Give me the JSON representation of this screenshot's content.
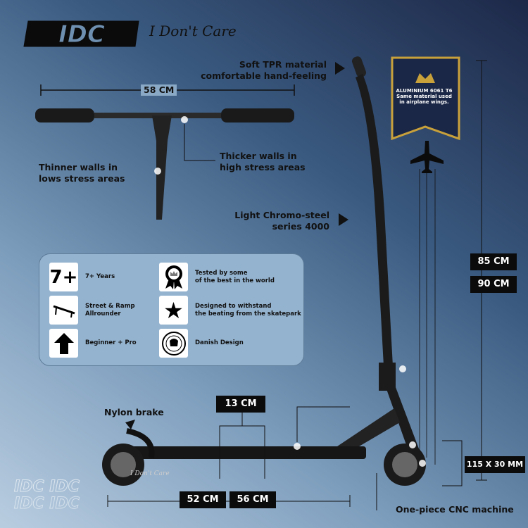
{
  "brand": {
    "logo": "IDC",
    "tagline": "I Don't Care"
  },
  "callouts": {
    "grip": "Soft TPR material\ncomfortable hand-feeling",
    "thick": "Thicker walls in\nhigh stress areas",
    "thin": "Thinner walls in\nlows stress areas",
    "steel": "Light Chromo-steel\nseries 4000",
    "brake": "Nylon brake",
    "cnc": "One-piece CNC machine"
  },
  "badge": {
    "title": "ALUMINIUM 6061 T6",
    "text": "Same material used\nin airplane wings."
  },
  "dimensions": {
    "bar_width": "58 CM",
    "height_min": "85 CM",
    "height_max": "90 CM",
    "deck_width": "13 CM",
    "deck_length": "52 CM",
    "total_length": "56 CM",
    "wheel": "115 X 30 MM"
  },
  "features": [
    {
      "icon": "seven-plus-icon",
      "glyph": "7+",
      "text": "7+ Years"
    },
    {
      "icon": "rail-icon",
      "glyph": "",
      "text": "Street & Ramp\nAllrounder"
    },
    {
      "icon": "arrow-up-icon",
      "glyph": "",
      "text": "Beginner + Pro"
    },
    {
      "icon": "award-ribbon-icon",
      "glyph": "",
      "text": "Tested by some\nof the best in the world"
    },
    {
      "icon": "star-icon",
      "glyph": "★",
      "text": "Designed to withstand\nthe beating from the skatepark"
    },
    {
      "icon": "danish-design-seal-icon",
      "glyph": "",
      "text": "Danish Design"
    }
  ],
  "watermark": "IDC IDC",
  "deck_print": "I Don't Care",
  "colors": {
    "gold": "#c9a13b",
    "navy": "#1b2746"
  }
}
